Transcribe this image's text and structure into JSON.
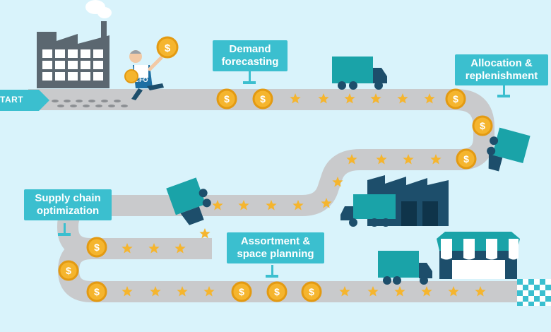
{
  "start_label": "TART",
  "labels": {
    "demand_forecasting": "Demand\nforecasting",
    "allocation": "Allocation &\nreplenishment",
    "supply_chain": "Supply chain\noptimization",
    "assortment": "Assortment &\nspace planning"
  },
  "cfo_badge": "CFO",
  "colors": {
    "background": "#d9f3fb",
    "road": "#c9cacc",
    "label": "#3bbfcf",
    "coin": "#f5b52e",
    "star": "#f5b52e",
    "truck": "#1aa3a8",
    "dark": "#1d4e6b",
    "factory": "#5b6770"
  },
  "icons": [
    "factory-icon",
    "cfo-runner-icon",
    "dollar-coin-icon",
    "star-icon",
    "truck-icon",
    "warehouse-icon",
    "store-icon",
    "finish-flag-icon"
  ]
}
